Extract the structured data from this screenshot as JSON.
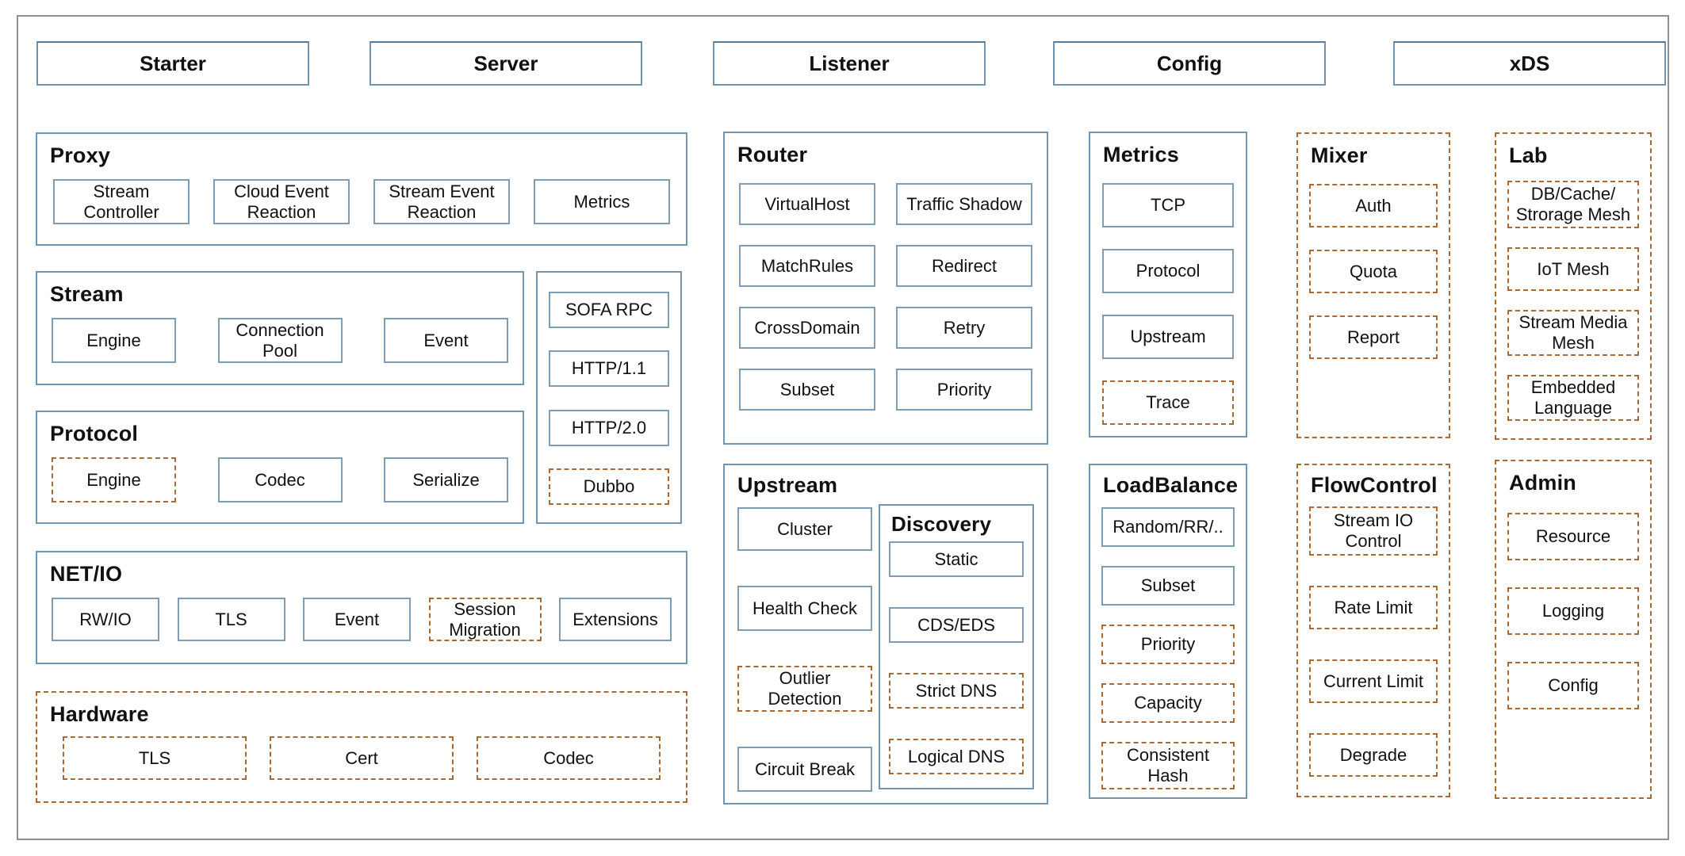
{
  "colors": {
    "solid_border": "#7496b1",
    "dashed_border": "#aa6932",
    "frame_border": "#8f8f8f",
    "background": "#ffffff",
    "text": "#111111"
  },
  "top_modules": [
    {
      "label": "Starter"
    },
    {
      "label": "Server"
    },
    {
      "label": "Listener"
    },
    {
      "label": "Config"
    },
    {
      "label": "xDS"
    }
  ],
  "sections": {
    "proxy": {
      "title": "Proxy",
      "items": [
        {
          "label": "Stream Controller",
          "style": "solid"
        },
        {
          "label": "Cloud Event Reaction",
          "style": "solid"
        },
        {
          "label": "Stream Event Reaction",
          "style": "solid"
        },
        {
          "label": "Metrics",
          "style": "solid"
        }
      ]
    },
    "stream": {
      "title": "Stream",
      "items": [
        {
          "label": "Engine",
          "style": "solid"
        },
        {
          "label": "Connection Pool",
          "style": "solid"
        },
        {
          "label": "Event",
          "style": "solid"
        }
      ]
    },
    "protocol": {
      "title": "Protocol",
      "items": [
        {
          "label": "Engine",
          "style": "dashed"
        },
        {
          "label": "Codec",
          "style": "solid"
        },
        {
          "label": "Serialize",
          "style": "solid"
        }
      ]
    },
    "protocol_stack": {
      "items": [
        {
          "label": "SOFA RPC",
          "style": "solid"
        },
        {
          "label": "HTTP/1.1",
          "style": "solid"
        },
        {
          "label": "HTTP/2.0",
          "style": "solid"
        },
        {
          "label": "Dubbo",
          "style": "dashed"
        }
      ]
    },
    "netio": {
      "title": "NET/IO",
      "items": [
        {
          "label": "RW/IO",
          "style": "solid"
        },
        {
          "label": "TLS",
          "style": "solid"
        },
        {
          "label": "Event",
          "style": "solid"
        },
        {
          "label": "Session Migration",
          "style": "dashed"
        },
        {
          "label": "Extensions",
          "style": "solid"
        }
      ]
    },
    "hardware": {
      "title": "Hardware",
      "style": "dashed",
      "items": [
        {
          "label": "TLS",
          "style": "dashed"
        },
        {
          "label": "Cert",
          "style": "dashed"
        },
        {
          "label": "Codec",
          "style": "dashed"
        }
      ]
    },
    "router": {
      "title": "Router",
      "items": [
        {
          "label": "VirtualHost",
          "style": "solid"
        },
        {
          "label": "Traffic Shadow",
          "style": "solid"
        },
        {
          "label": "MatchRules",
          "style": "solid"
        },
        {
          "label": "Redirect",
          "style": "solid"
        },
        {
          "label": "CrossDomain",
          "style": "solid"
        },
        {
          "label": "Retry",
          "style": "solid"
        },
        {
          "label": "Subset",
          "style": "solid"
        },
        {
          "label": "Priority",
          "style": "solid"
        }
      ]
    },
    "upstream": {
      "title": "Upstream",
      "items": [
        {
          "label": "Cluster",
          "style": "solid"
        },
        {
          "label": "Health Check",
          "style": "solid"
        },
        {
          "label": "Outlier Detection",
          "style": "dashed"
        },
        {
          "label": "Circuit Break",
          "style": "solid"
        }
      ],
      "discovery": {
        "title": "Discovery",
        "items": [
          {
            "label": "Static",
            "style": "solid"
          },
          {
            "label": "CDS/EDS",
            "style": "solid"
          },
          {
            "label": "Strict DNS",
            "style": "dashed"
          },
          {
            "label": "Logical DNS",
            "style": "dashed"
          }
        ]
      }
    },
    "metrics": {
      "title": "Metrics",
      "items": [
        {
          "label": "TCP",
          "style": "solid"
        },
        {
          "label": "Protocol",
          "style": "solid"
        },
        {
          "label": "Upstream",
          "style": "solid"
        },
        {
          "label": "Trace",
          "style": "dashed"
        }
      ]
    },
    "loadbalance": {
      "title": "LoadBalance",
      "items": [
        {
          "label": "Random/RR/..",
          "style": "solid"
        },
        {
          "label": "Subset",
          "style": "solid"
        },
        {
          "label": "Priority",
          "style": "dashed"
        },
        {
          "label": "Capacity",
          "style": "dashed"
        },
        {
          "label": "Consistent Hash",
          "style": "dashed"
        }
      ]
    },
    "mixer": {
      "title": "Mixer",
      "style": "dashed",
      "items": [
        {
          "label": "Auth",
          "style": "dashed"
        },
        {
          "label": "Quota",
          "style": "dashed"
        },
        {
          "label": "Report",
          "style": "dashed"
        }
      ]
    },
    "flowcontrol": {
      "title": "FlowControl",
      "style": "dashed",
      "items": [
        {
          "label": "Stream IO Control",
          "style": "dashed"
        },
        {
          "label": "Rate Limit",
          "style": "dashed"
        },
        {
          "label": "Current Limit",
          "style": "dashed"
        },
        {
          "label": "Degrade",
          "style": "dashed"
        }
      ]
    },
    "lab": {
      "title": "Lab",
      "style": "dashed",
      "items": [
        {
          "label": "DB/Cache/ Strorage Mesh",
          "style": "dashed"
        },
        {
          "label": "IoT Mesh",
          "style": "dashed"
        },
        {
          "label": "Stream Media Mesh",
          "style": "dashed"
        },
        {
          "label": "Embedded Language",
          "style": "dashed"
        }
      ]
    },
    "admin": {
      "title": "Admin",
      "style": "dashed",
      "items": [
        {
          "label": "Resource",
          "style": "dashed"
        },
        {
          "label": "Logging",
          "style": "dashed"
        },
        {
          "label": "Config",
          "style": "dashed"
        }
      ]
    }
  }
}
